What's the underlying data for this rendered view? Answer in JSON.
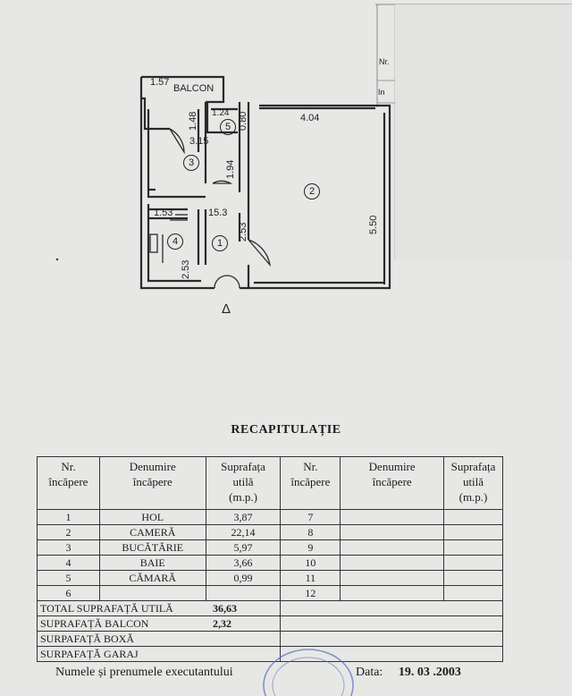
{
  "plan": {
    "labels": {
      "balcon": "BALCON",
      "balcon_len": "1.57",
      "d148": "1.48",
      "d124": "1.24",
      "d080": "0.80",
      "d404": "4.04",
      "d315": "3.15",
      "d194": "1.94",
      "d153a": "1.53",
      "d153b": "15.3",
      "d253v": "2.53",
      "d253h": "2.53",
      "d550": "5.50"
    },
    "rooms": [
      "1",
      "2",
      "3",
      "4",
      "5"
    ],
    "entrance_marker": "Δ",
    "corner": {
      "nr": "Nr.",
      "in": "In"
    }
  },
  "recap": {
    "title": "RECAPITULAȚIE",
    "headers": {
      "nr": "Nr.\nîncăpere",
      "denumire": "Denumire\nîncăpere",
      "suprafata": "Suprafața\nutilă\n(m.p.)",
      "nr2": "Nr.\nîncăpere",
      "denumire2": "Denumire\nîncăpere",
      "suprafata2": "Suprafața utilă\n(m.p.)"
    },
    "rows": [
      {
        "nr": "1",
        "name": "HOL",
        "area": "3,87",
        "nr2": "7"
      },
      {
        "nr": "2",
        "name": "CAMERĂ",
        "area": "22,14",
        "nr2": "8"
      },
      {
        "nr": "3",
        "name": "BUCĂTĂRIE",
        "area": "5,97",
        "nr2": "9"
      },
      {
        "nr": "4",
        "name": "BAIE",
        "area": "3,66",
        "nr2": "10"
      },
      {
        "nr": "5",
        "name": "CĂMARĂ",
        "area": "0,99",
        "nr2": "11"
      },
      {
        "nr": "6",
        "name": "",
        "area": "",
        "nr2": "12"
      }
    ],
    "totals": {
      "utila_label": "TOTAL SUPRAFAȚĂ UTILĂ",
      "utila_value": "36,63",
      "balcon_label": "SUPRAFAȚĂ BALCON",
      "balcon_value": "2,32",
      "boxa_label": "SURPAFAȚĂ BOXĂ",
      "garaj_label": "SURPAFAȚĂ GARAJ"
    }
  },
  "footer": {
    "executant": "Numele și prenumele executantului",
    "date_label": "Data:",
    "date_value": "19. 03 .2003"
  }
}
